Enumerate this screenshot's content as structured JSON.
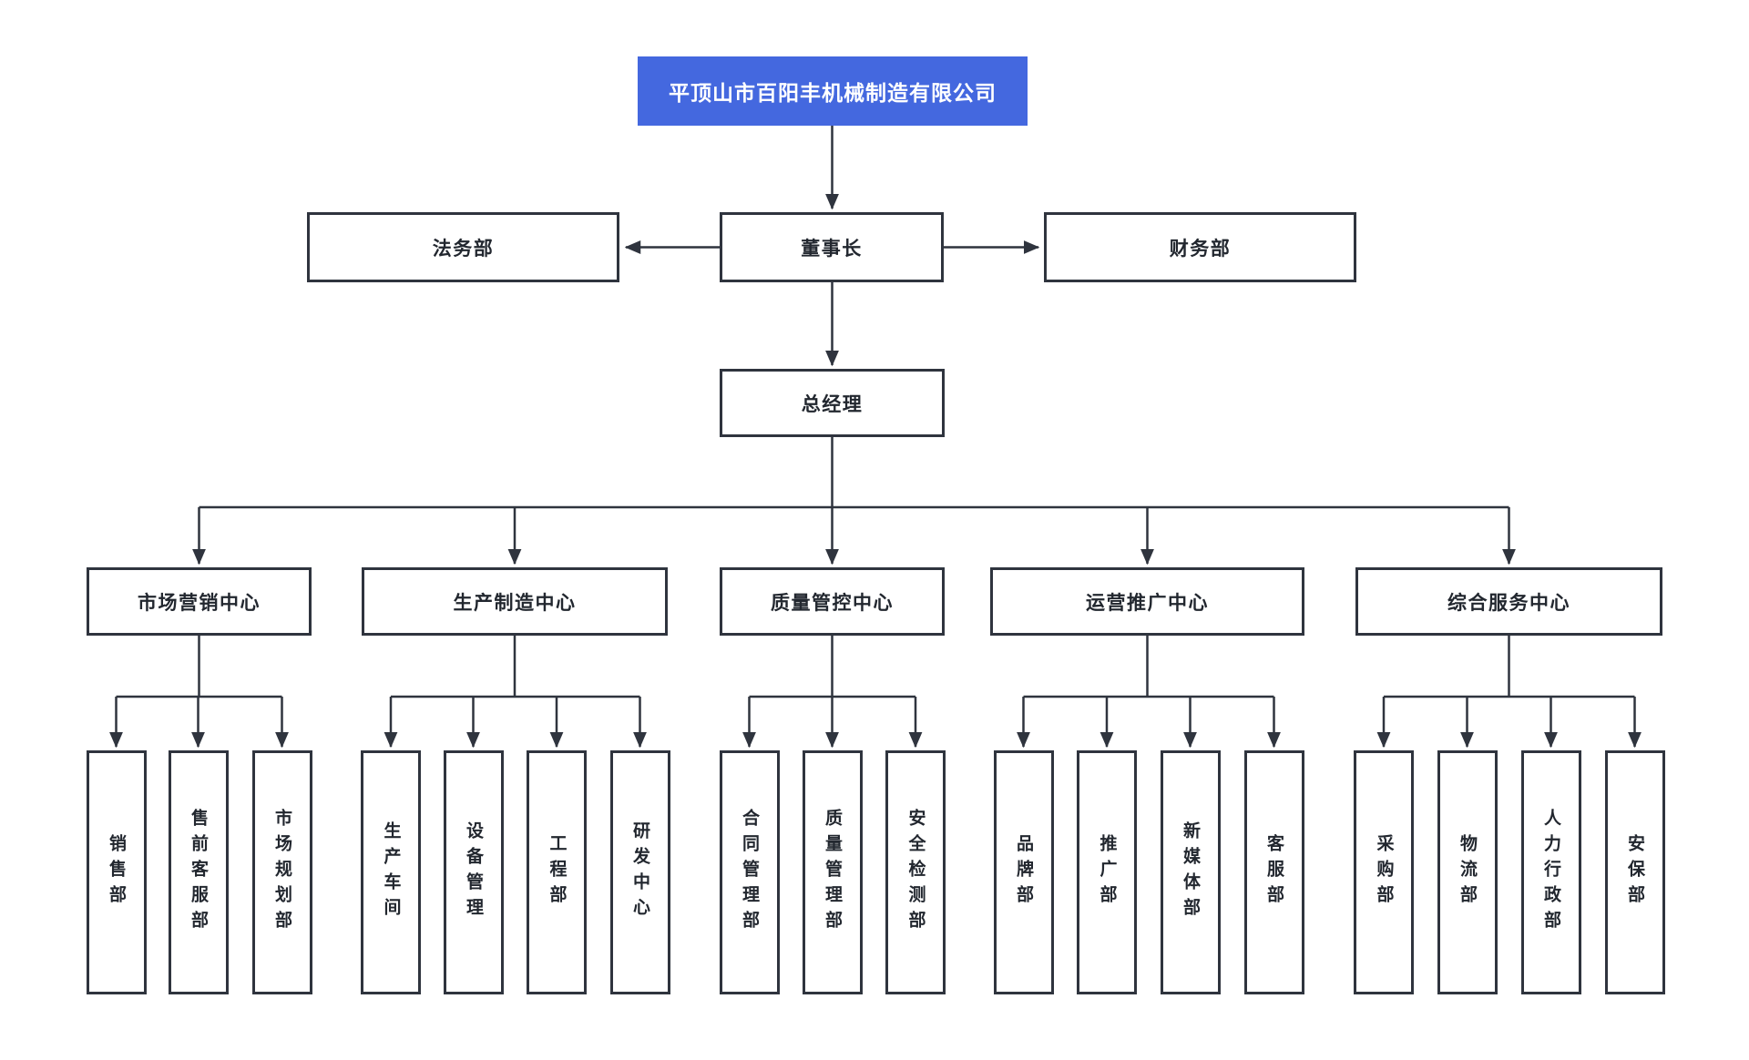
{
  "org": {
    "root": {
      "label": "平顶山市百阳丰机械制造有限公司"
    },
    "chairman": {
      "label": "董事长"
    },
    "legal": {
      "label": "法务部"
    },
    "finance": {
      "label": "财务部"
    },
    "general_manager": {
      "label": "总经理"
    },
    "centers": [
      {
        "label": "市场营销中心",
        "departments": [
          "销售部",
          "售前客服部",
          "市场规划部"
        ]
      },
      {
        "label": "生产制造中心",
        "departments": [
          "生产车间",
          "设备管理",
          "工程部",
          "研发中心"
        ]
      },
      {
        "label": "质量管控中心",
        "departments": [
          "合同管理部",
          "质量管理部",
          "安全检测部"
        ]
      },
      {
        "label": "运营推广中心",
        "departments": [
          "品牌部",
          "推广部",
          "新媒体部",
          "客服部"
        ]
      },
      {
        "label": "综合服务中心",
        "departments": [
          "采购部",
          "物流部",
          "人力行政部",
          "安保部"
        ]
      }
    ]
  },
  "colors": {
    "accent_blue": "#4468DF",
    "line_dark": "#2F343E",
    "node_background": "#FFFFFF",
    "root_text": "#FFFFFF",
    "node_text": "#22272F"
  }
}
